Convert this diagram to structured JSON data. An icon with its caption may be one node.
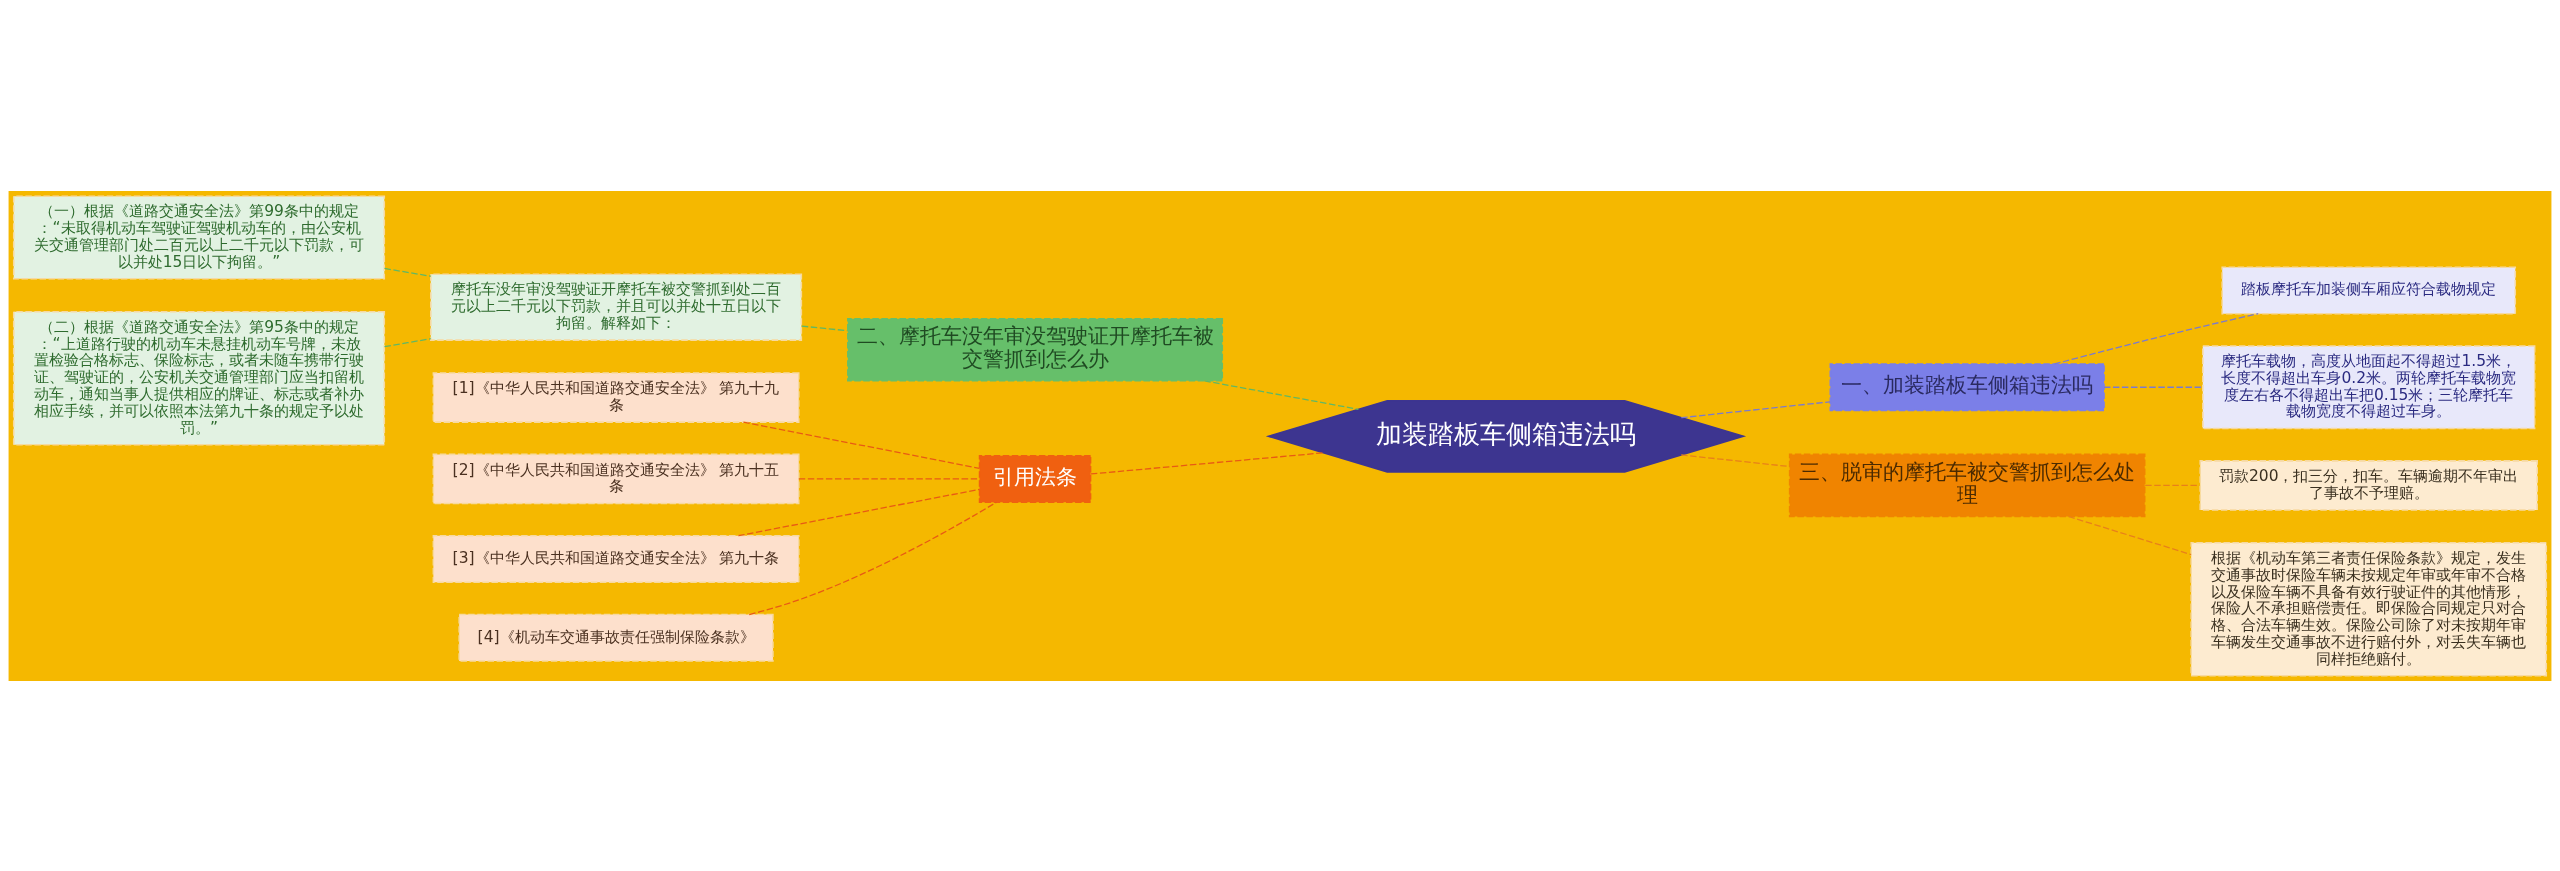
{
  "diagram": {
    "nodes": [
      {
        "text": [
          "加装踏板车侧箱违法吗"
        ]
      },
      {
        "text": [
          "一、加装踏板车侧箱违法吗"
        ]
      },
      {
        "text": [
          "踏板摩托车加装侧车厢应符合载物规定"
        ]
      },
      {
        "text": [
          "摩托车载物，高度从地面起不得超过1.5米，长度不得超出车身0.2米。两轮摩托车载物宽度左右各不得超出车把0.15米；三轮摩托车载物宽度不得超过车身。"
        ]
      },
      {
        "text": [
          "三、脱审的摩托车被交警抓到怎么处理"
        ]
      },
      {
        "text": [
          "罚款200，扣三分，扣车。车辆逾期不年审出了事故不予理赔。"
        ]
      },
      {
        "text": [
          "根据《机动车第三者责任保险条款》规定，发生交通事故时保险车辆未按规定年审或年审不合格以及保险车辆不具备有效行驶证件的其他情形，保险人不承担赔偿责任。即保险合同规定只对合格、合法车辆生效。保险公司除了对未按期年审车辆发生交通事故不进行赔付外，对丢失车辆也同样拒绝赔付。"
        ]
      },
      {
        "text": [
          "二、摩托车没年审没驾驶证开摩托车被交警抓到怎么办"
        ]
      },
      {
        "text": [
          "摩托车没年审没驾驶证开摩托车被交警抓到处二百元以上二千元以下罚款，并且可以并处十五日以下拘留。解释如下："
        ]
      },
      {
        "text": [
          "（一）根据《道路交通安全法》第99条中的规定：“未取得机动车驾驶证驾驶机动车的，由公安机关交通管理部门处二百元以上二千元以下罚款，可以并处15日以下拘留。”"
        ]
      },
      {
        "text": [
          "（二）根据《道路交通安全法》第95条中的规定：“上道路行驶的机动车未悬挂机动车号牌，未放置检验合格标志、保险标志，或者未随车携带行驶证、驾驶证的，公安机关交通管理部门应当扣留机动车，通知当事人提供相应的牌证、标志或者补办相应手续，并可以依照本法第九十条的规定予以处罚。”"
        ]
      },
      {
        "text": [
          "引用法条"
        ]
      },
      {
        "text": [
          "[1]《中华人民共和国道路交通安全法》 第九十九条"
        ]
      },
      {
        "text": [
          "[2]《中华人民共和国道路交通安全法》 第九十五条"
        ]
      },
      {
        "text": [
          "[3]《中华人民共和国道路交通安全法》 第九十条"
        ]
      },
      {
        "text": [
          "[4]《机动车交通事故责任强制保险条款》"
        ]
      }
    ],
    "edges": [
      {
        "from": 0,
        "to": 1,
        "arrow": "none",
        "style": "dashed",
        "color": "#7a7ad0"
      },
      {
        "from": 1,
        "to": 2,
        "arrow": "none",
        "style": "dashed",
        "color": "#7a7ad0"
      },
      {
        "from": 1,
        "to": 3,
        "arrow": "none",
        "style": "dashed",
        "color": "#7a7ad0"
      },
      {
        "from": 0,
        "to": 4,
        "arrow": "none",
        "style": "dashed",
        "color": "#e8801a"
      },
      {
        "from": 4,
        "to": 5,
        "arrow": "none",
        "style": "dashed",
        "color": "#e8801a"
      },
      {
        "from": 4,
        "to": 6,
        "arrow": "none",
        "style": "dashed",
        "color": "#e8801a"
      },
      {
        "from": 0,
        "to": 7,
        "arrow": "none",
        "style": "dashed",
        "color": "#5fb865"
      },
      {
        "from": 7,
        "to": 8,
        "arrow": "none",
        "style": "dashed",
        "color": "#5fb865"
      },
      {
        "from": 8,
        "to": 9,
        "arrow": "none",
        "style": "dashed",
        "color": "#5fb865"
      },
      {
        "from": 8,
        "to": 10,
        "arrow": "none",
        "style": "dashed",
        "color": "#5fb865"
      },
      {
        "from": 0,
        "to": 11,
        "arrow": "none",
        "style": "dashed",
        "color": "#e85a14"
      },
      {
        "from": 11,
        "to": 12,
        "arrow": "none",
        "style": "dashed",
        "color": "#e85a14"
      },
      {
        "from": 11,
        "to": 13,
        "arrow": "none",
        "style": "dashed",
        "color": "#e85a14"
      },
      {
        "from": 11,
        "to": 14,
        "arrow": "none",
        "style": "dashed",
        "color": "#e85a14"
      },
      {
        "from": 11,
        "to": 15,
        "arrow": "none",
        "style": "dashed",
        "color": "#e85a14"
      }
    ]
  }
}
